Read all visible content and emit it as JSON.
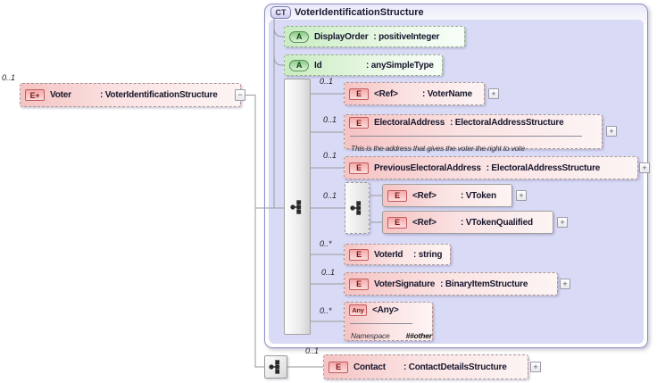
{
  "labels": {
    "colon": ":",
    "collapse": "−",
    "expand": "+"
  },
  "root_element": {
    "cardinality": "0..1",
    "icon": "E+",
    "name": "Voter",
    "type": ": VoterIdentificationStructure"
  },
  "complex_type": {
    "badge": "CT",
    "title": "VoterIdentificationStructure",
    "attributes": [
      {
        "icon": "A",
        "name": "DisplayOrder",
        "type": ": positiveInteger"
      },
      {
        "icon": "A",
        "name": "Id",
        "type": ": anySimpleType"
      }
    ],
    "children": [
      {
        "cardinality": "0..1",
        "icon": "E",
        "name": "<Ref>",
        "type": ": VoterName"
      },
      {
        "cardinality": "0..1",
        "icon": "E",
        "name": "ElectoralAddress",
        "type": ": ElectoralAddressStructure",
        "annotation": "This is the address that gives the voter the right to vote"
      },
      {
        "cardinality": "0..1",
        "icon": "E",
        "name": "PreviousElectoralAddress",
        "type": ": ElectoralAddressStructure"
      },
      {
        "cardinality": "0..1",
        "group": "choice",
        "options": [
          {
            "icon": "E",
            "name": "<Ref>",
            "type": ": VToken"
          },
          {
            "icon": "E",
            "name": "<Ref>",
            "type": ": VTokenQualified"
          }
        ]
      },
      {
        "cardinality": "0..*",
        "icon": "E",
        "name": "VoterId",
        "type": ": string"
      },
      {
        "cardinality": "0..1",
        "icon": "E",
        "name": "VoterSignature",
        "type": ": BinaryItemStructure"
      },
      {
        "cardinality": "0..*",
        "icon": "Any",
        "name": "<Any>",
        "namespace_label": "Namespace",
        "namespace_value": "##other"
      }
    ]
  },
  "contact_group": {
    "cardinality": "0..1",
    "icon": "E",
    "name": "Contact",
    "type": ": ContactDetailsStructure"
  }
}
